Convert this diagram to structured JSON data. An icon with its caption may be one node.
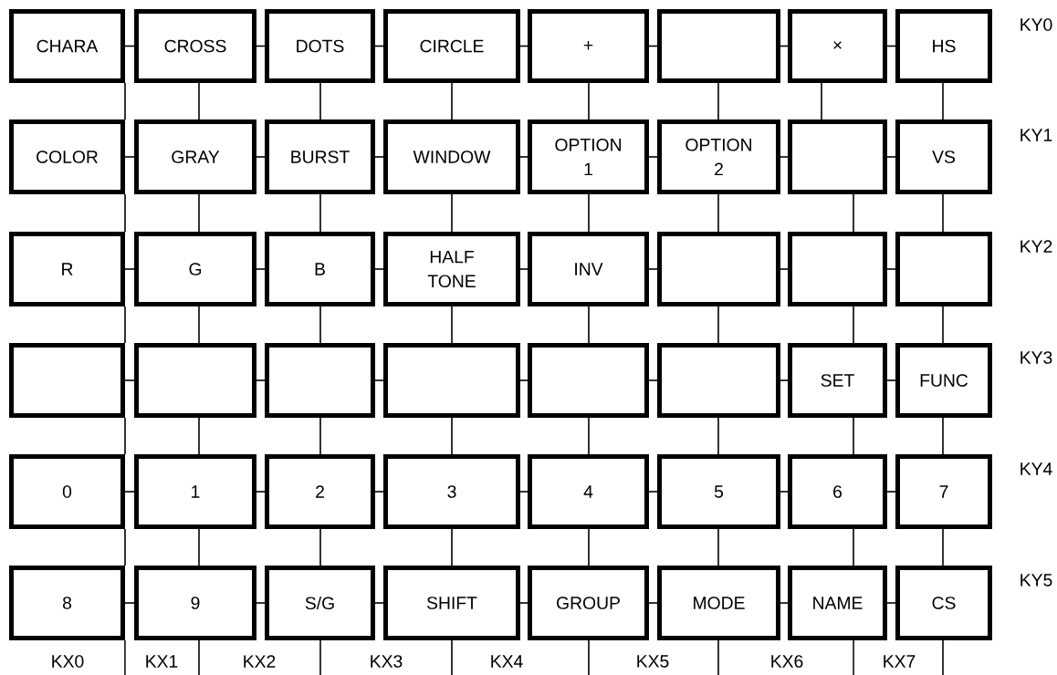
{
  "diagram": {
    "nodes": [
      {
        "text": [
          "CHARA"
        ]
      },
      {
        "text": [
          "CROSS"
        ]
      },
      {
        "text": [
          "DOTS"
        ]
      },
      {
        "text": [
          "CIRCLE"
        ]
      },
      {
        "text": [
          "+"
        ]
      },
      {
        "text": [],
        "shape": "box"
      },
      {
        "text": [
          "×"
        ]
      },
      {
        "text": [
          "HS"
        ]
      },
      {
        "text": [
          "COLOR"
        ]
      },
      {
        "text": [
          "GRAY"
        ]
      },
      {
        "text": [
          "BURST"
        ]
      },
      {
        "text": [
          "WINDOW"
        ]
      },
      {
        "text": [
          "OPTION 1"
        ]
      },
      {
        "text": [
          "OPTION 2"
        ]
      },
      {
        "text": [],
        "shape": "box"
      },
      {
        "text": [
          "VS"
        ]
      },
      {
        "text": [
          "R"
        ]
      },
      {
        "text": [
          "G"
        ]
      },
      {
        "text": [
          "B"
        ]
      },
      {
        "text": [
          "HALF TONE"
        ]
      },
      {
        "text": [
          "INV"
        ]
      },
      {
        "text": [],
        "shape": "box"
      },
      {
        "text": [],
        "shape": "box"
      },
      {
        "text": [],
        "shape": "box"
      },
      {
        "text": [],
        "shape": "box"
      },
      {
        "text": [],
        "shape": "box"
      },
      {
        "text": [],
        "shape": "box"
      },
      {
        "text": [],
        "shape": "box"
      },
      {
        "text": [],
        "shape": "box"
      },
      {
        "text": [],
        "shape": "box"
      },
      {
        "text": [
          "SET"
        ]
      },
      {
        "text": [
          "FUNC"
        ]
      },
      {
        "text": [
          "0"
        ]
      },
      {
        "text": [
          "1"
        ]
      },
      {
        "text": [
          "2"
        ]
      },
      {
        "text": [
          "3"
        ]
      },
      {
        "text": [
          "4"
        ]
      },
      {
        "text": [
          "5"
        ]
      },
      {
        "text": [
          "6"
        ]
      },
      {
        "text": [
          "7"
        ]
      },
      {
        "text": [
          "8"
        ]
      },
      {
        "text": [
          "9"
        ]
      },
      {
        "text": [
          "S/G"
        ]
      },
      {
        "text": [
          "SHIFT"
        ]
      },
      {
        "text": [
          "GROUP"
        ]
      },
      {
        "text": [
          "MODE"
        ]
      },
      {
        "text": [
          "NAME"
        ]
      },
      {
        "text": [
          "CS"
        ]
      }
    ],
    "edges": [
      {
        "from": 0,
        "to": 1,
        "arrow": "none"
      },
      {
        "from": 1,
        "to": 2,
        "arrow": "none"
      },
      {
        "from": 2,
        "to": 3,
        "arrow": "none"
      },
      {
        "from": 3,
        "to": 4,
        "arrow": "none"
      },
      {
        "from": 4,
        "to": 5,
        "arrow": "none"
      },
      {
        "from": 5,
        "to": 6,
        "arrow": "none"
      },
      {
        "from": 6,
        "to": 7,
        "arrow": "none"
      },
      {
        "from": 8,
        "to": 9,
        "arrow": "none"
      },
      {
        "from": 9,
        "to": 10,
        "arrow": "none"
      },
      {
        "from": 10,
        "to": 11,
        "arrow": "none"
      },
      {
        "from": 11,
        "to": 12,
        "arrow": "none"
      },
      {
        "from": 12,
        "to": 13,
        "arrow": "none"
      },
      {
        "from": 13,
        "to": 14,
        "arrow": "none"
      },
      {
        "from": 14,
        "to": 15,
        "arrow": "none"
      },
      {
        "from": 16,
        "to": 17,
        "arrow": "none"
      },
      {
        "from": 17,
        "to": 18,
        "arrow": "none"
      },
      {
        "from": 18,
        "to": 19,
        "arrow": "none"
      },
      {
        "from": 19,
        "to": 20,
        "arrow": "none"
      },
      {
        "from": 20,
        "to": 21,
        "arrow": "none"
      },
      {
        "from": 21,
        "to": 22,
        "arrow": "none"
      },
      {
        "from": 22,
        "to": 23,
        "arrow": "none"
      },
      {
        "from": 24,
        "to": 25,
        "arrow": "none"
      },
      {
        "from": 25,
        "to": 26,
        "arrow": "none"
      },
      {
        "from": 26,
        "to": 27,
        "arrow": "none"
      },
      {
        "from": 27,
        "to": 28,
        "arrow": "none"
      },
      {
        "from": 28,
        "to": 29,
        "arrow": "none"
      },
      {
        "from": 29,
        "to": 30,
        "arrow": "none"
      },
      {
        "from": 30,
        "to": 31,
        "arrow": "none"
      },
      {
        "from": 32,
        "to": 33,
        "arrow": "none"
      },
      {
        "from": 33,
        "to": 34,
        "arrow": "none"
      },
      {
        "from": 34,
        "to": 35,
        "arrow": "none"
      },
      {
        "from": 35,
        "to": 36,
        "arrow": "none"
      },
      {
        "from": 36,
        "to": 37,
        "arrow": "none"
      },
      {
        "from": 37,
        "to": 38,
        "arrow": "none"
      },
      {
        "from": 38,
        "to": 39,
        "arrow": "none"
      },
      {
        "from": 40,
        "to": 41,
        "arrow": "none"
      },
      {
        "from": 41,
        "to": 42,
        "arrow": "none"
      },
      {
        "from": 42,
        "to": 43,
        "arrow": "none"
      },
      {
        "from": 43,
        "to": 44,
        "arrow": "none"
      },
      {
        "from": 44,
        "to": 45,
        "arrow": "none"
      },
      {
        "from": 45,
        "to": 46,
        "arrow": "none"
      },
      {
        "from": 46,
        "to": 47,
        "arrow": "none"
      },
      {
        "from": 0,
        "to": 8,
        "arrow": "none"
      },
      {
        "from": 8,
        "to": 16,
        "arrow": "none"
      },
      {
        "from": 16,
        "to": 24,
        "arrow": "none"
      },
      {
        "from": 24,
        "to": 32,
        "arrow": "none"
      },
      {
        "from": 32,
        "to": 40,
        "arrow": "none"
      },
      {
        "from": 1,
        "to": 9,
        "arrow": "none"
      },
      {
        "from": 9,
        "to": 17,
        "arrow": "none"
      },
      {
        "from": 17,
        "to": 25,
        "arrow": "none"
      },
      {
        "from": 25,
        "to": 33,
        "arrow": "none"
      },
      {
        "from": 33,
        "to": 41,
        "arrow": "none"
      },
      {
        "from": 2,
        "to": 10,
        "arrow": "none"
      },
      {
        "from": 10,
        "to": 18,
        "arrow": "none"
      },
      {
        "from": 18,
        "to": 26,
        "arrow": "none"
      },
      {
        "from": 26,
        "to": 34,
        "arrow": "none"
      },
      {
        "from": 34,
        "to": 42,
        "arrow": "none"
      },
      {
        "from": 3,
        "to": 11,
        "arrow": "none"
      },
      {
        "from": 11,
        "to": 19,
        "arrow": "none"
      },
      {
        "from": 19,
        "to": 27,
        "arrow": "none"
      },
      {
        "from": 27,
        "to": 35,
        "arrow": "none"
      },
      {
        "from": 35,
        "to": 43,
        "arrow": "none"
      },
      {
        "from": 4,
        "to": 12,
        "arrow": "none"
      },
      {
        "from": 12,
        "to": 20,
        "arrow": "none"
      },
      {
        "from": 20,
        "to": 28,
        "arrow": "none"
      },
      {
        "from": 28,
        "to": 36,
        "arrow": "none"
      },
      {
        "from": 36,
        "to": 44,
        "arrow": "none"
      },
      {
        "from": 5,
        "to": 13,
        "arrow": "none"
      },
      {
        "from": 13,
        "to": 21,
        "arrow": "none"
      },
      {
        "from": 21,
        "to": 29,
        "arrow": "none"
      },
      {
        "from": 29,
        "to": 37,
        "arrow": "none"
      },
      {
        "from": 37,
        "to": 45,
        "arrow": "none"
      },
      {
        "from": 6,
        "to": 14,
        "arrow": "none"
      },
      {
        "from": 14,
        "to": 22,
        "arrow": "none"
      },
      {
        "from": 22,
        "to": 30,
        "arrow": "none"
      },
      {
        "from": 30,
        "to": 38,
        "arrow": "none"
      },
      {
        "from": 38,
        "to": 46,
        "arrow": "none"
      },
      {
        "from": 7,
        "to": 15,
        "arrow": "none"
      },
      {
        "from": 15,
        "to": 23,
        "arrow": "none"
      },
      {
        "from": 23,
        "to": 31,
        "arrow": "none"
      },
      {
        "from": 31,
        "to": 39,
        "arrow": "none"
      },
      {
        "from": 39,
        "to": 47,
        "arrow": "none"
      },
      {
        "from": 40,
        "to": null,
        "arrow": "none"
      },
      {
        "from": 41,
        "to": null,
        "arrow": "none"
      },
      {
        "from": 42,
        "to": null,
        "arrow": "none"
      },
      {
        "from": 43,
        "to": null,
        "arrow": "none"
      },
      {
        "from": 44,
        "to": null,
        "arrow": "none"
      },
      {
        "from": 45,
        "to": null,
        "arrow": "none"
      },
      {
        "from": 46,
        "to": null,
        "arrow": "none"
      },
      {
        "from": 47,
        "to": null,
        "arrow": "none"
      }
    ],
    "labels": [
      "KY0",
      "KY1",
      "KY2",
      "KY3",
      "KY4",
      "KY5",
      "KX0",
      "KX1",
      "KX2",
      "KX3",
      "KX4",
      "KX5",
      "KX6",
      "KX7"
    ]
  }
}
